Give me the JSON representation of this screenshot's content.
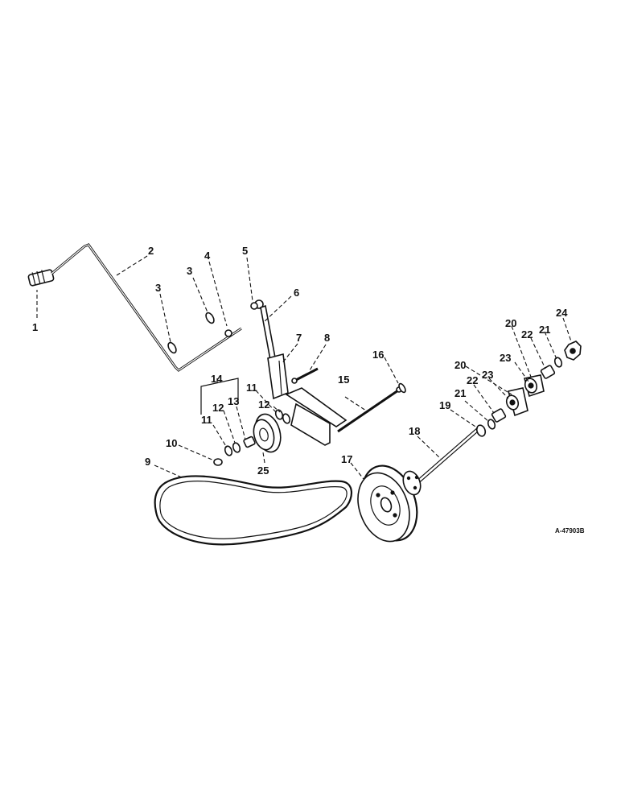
{
  "callouts": [
    "1",
    "2",
    "3",
    "3",
    "4",
    "5",
    "6",
    "7",
    "8",
    "9",
    "10",
    "11",
    "11",
    "12",
    "12",
    "13",
    "14",
    "15",
    "16",
    "17",
    "18",
    "19",
    "20",
    "20",
    "21",
    "21",
    "22",
    "22",
    "23",
    "23",
    "24",
    "25"
  ],
  "reference_number": "A-47903B"
}
